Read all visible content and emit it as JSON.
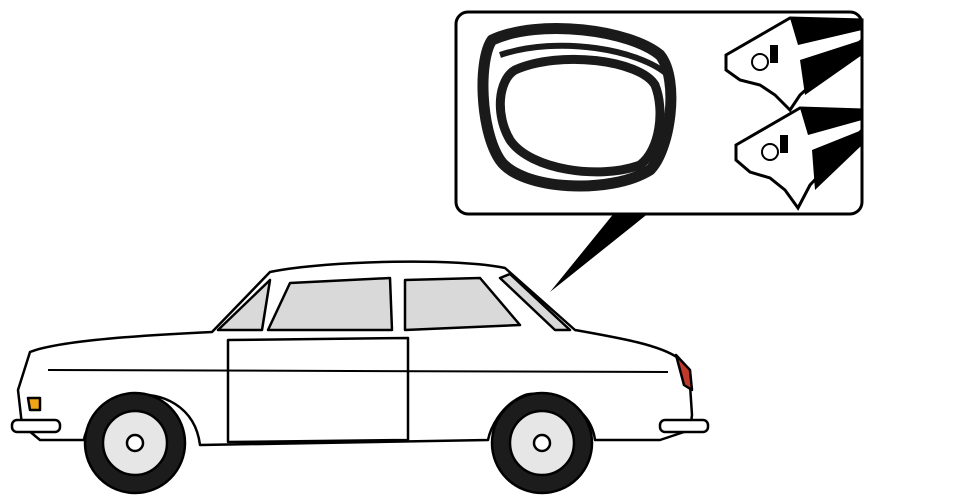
{
  "illustration": {
    "subject": "car-with-window-seal-callout",
    "colors": {
      "outline": "#000000",
      "body": "#ffffff",
      "glass": "#d9d9d9",
      "seal": "#1a1a1a",
      "indicator": "#f2a516",
      "taillight": "#c0392b",
      "tire": "#1c1c1c",
      "hubcap": "#e6e6e6"
    },
    "icons": [
      "car-illustration",
      "rubber-seal-ring",
      "seal-cross-section"
    ]
  }
}
